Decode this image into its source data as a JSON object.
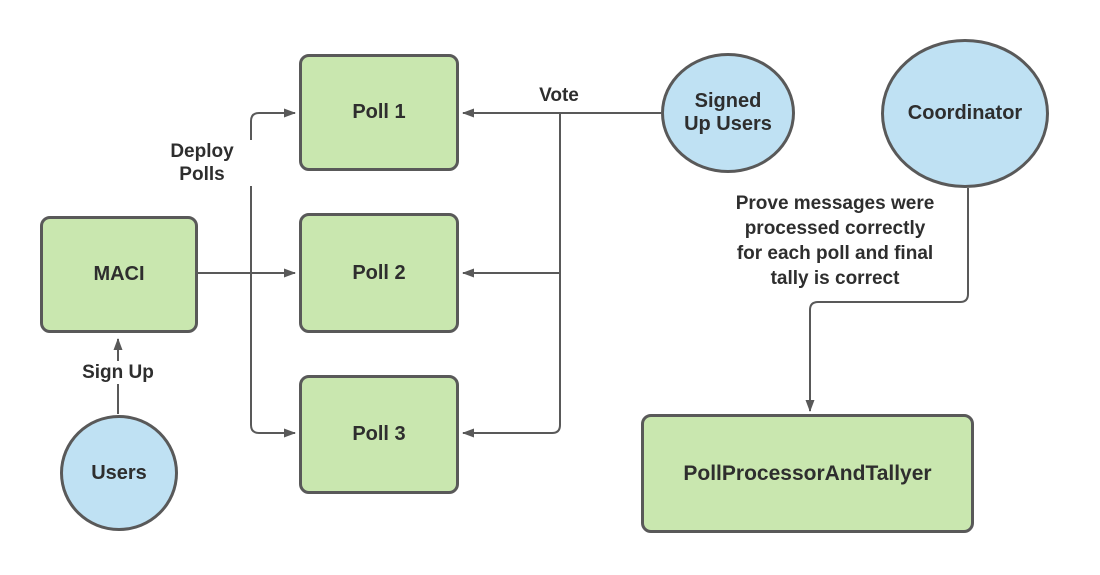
{
  "nodes": {
    "maci": "MACI",
    "poll1": "Poll 1",
    "poll2": "Poll 2",
    "poll3": "Poll 3",
    "poll_processor": "PollProcessorAndTallyer",
    "users": "Users",
    "signed_up_users": "Signed\nUp Users",
    "coordinator": "Coordinator"
  },
  "edge_labels": {
    "sign_up": "Sign Up",
    "deploy_polls": "Deploy\nPolls",
    "vote": "Vote",
    "prove": "Prove messages were\nprocessed correctly\nfor each poll and final\ntally is correct"
  },
  "colors": {
    "green_fill": "#c9e7af",
    "blue_fill": "#bfe1f3",
    "border": "#595959",
    "line": "#595959",
    "text": "#2e2e2e"
  }
}
